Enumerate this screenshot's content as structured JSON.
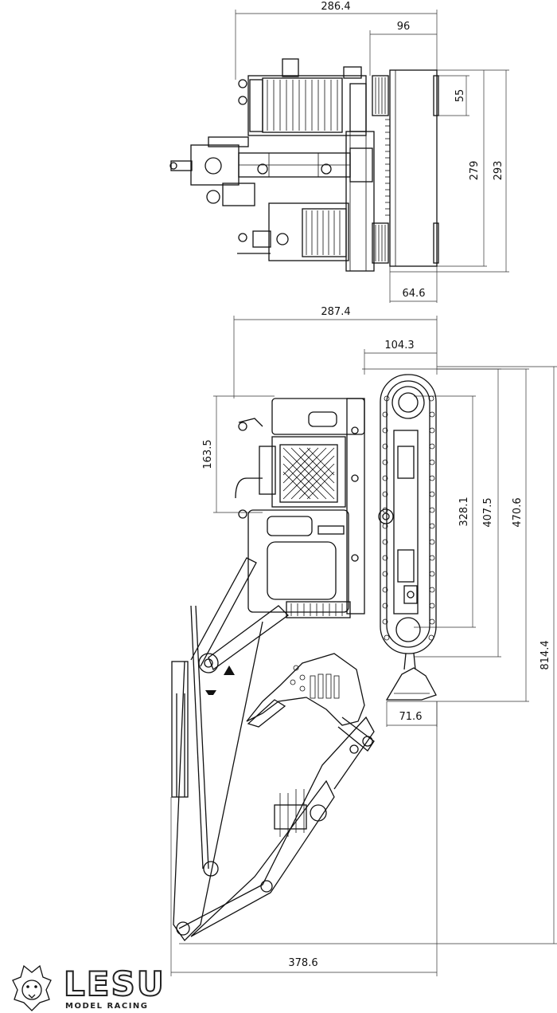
{
  "top_view": {
    "overall_width": "286.4",
    "blade_width": "96",
    "blade_height_small": "55",
    "track_gauge": "279",
    "overall_height": "293",
    "blade_depth": "64.6"
  },
  "side_view": {
    "overall_width": "287.4",
    "track_width": "104.3",
    "upper_height": "163.5",
    "track_length": "328.1",
    "track_length_outer": "407.5",
    "to_blade": "470.6",
    "overall_length": "814.4",
    "blade_width": "71.6",
    "boom_width": "378.6"
  },
  "logo": {
    "wordmark": "LESU",
    "subtitle": "MODEL RACING"
  }
}
